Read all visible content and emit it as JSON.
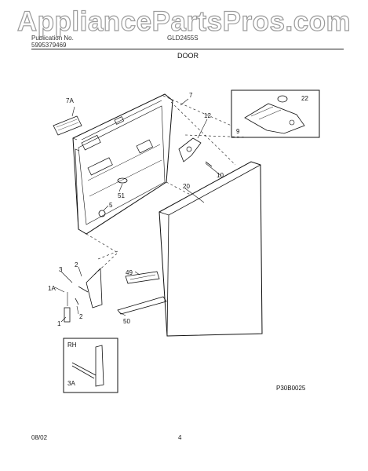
{
  "watermark": "AppliancePartsPros.com",
  "header": {
    "left_line1": "Publication No.",
    "left_line2": "5995379469",
    "model": "GLD2455S",
    "section": "DOOR"
  },
  "callouts": {
    "c7a": "7A",
    "c7": "7",
    "c22": "22",
    "c9": "9",
    "c12": "12",
    "c10": "10",
    "c20": "20",
    "c51": "51",
    "c5": "5",
    "c2a": "2",
    "c3": "3",
    "c1a": "1A",
    "c1": "1",
    "c2b": "2",
    "c49": "49",
    "c50": "50",
    "rh": "RH",
    "c3a": "3A"
  },
  "figure_code": "P30B0025",
  "footer": {
    "date": "08/02",
    "page": "4"
  }
}
